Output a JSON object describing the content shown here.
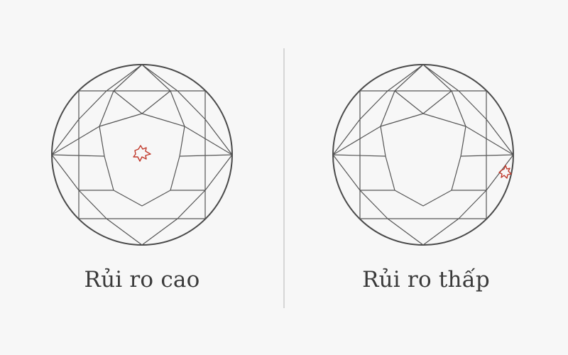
{
  "colors": {
    "background": "#f7f7f7",
    "outline": "#4a4a4a",
    "facet": "#555555",
    "inclusion": "#c0392b",
    "divider": "#d6d6d6",
    "caption": "#3a3a3a"
  },
  "panels": [
    {
      "caption": "Rủi ro cao",
      "inclusion_location": "center"
    },
    {
      "caption": "Rủi ro thấp",
      "inclusion_location": "right-edge"
    }
  ]
}
